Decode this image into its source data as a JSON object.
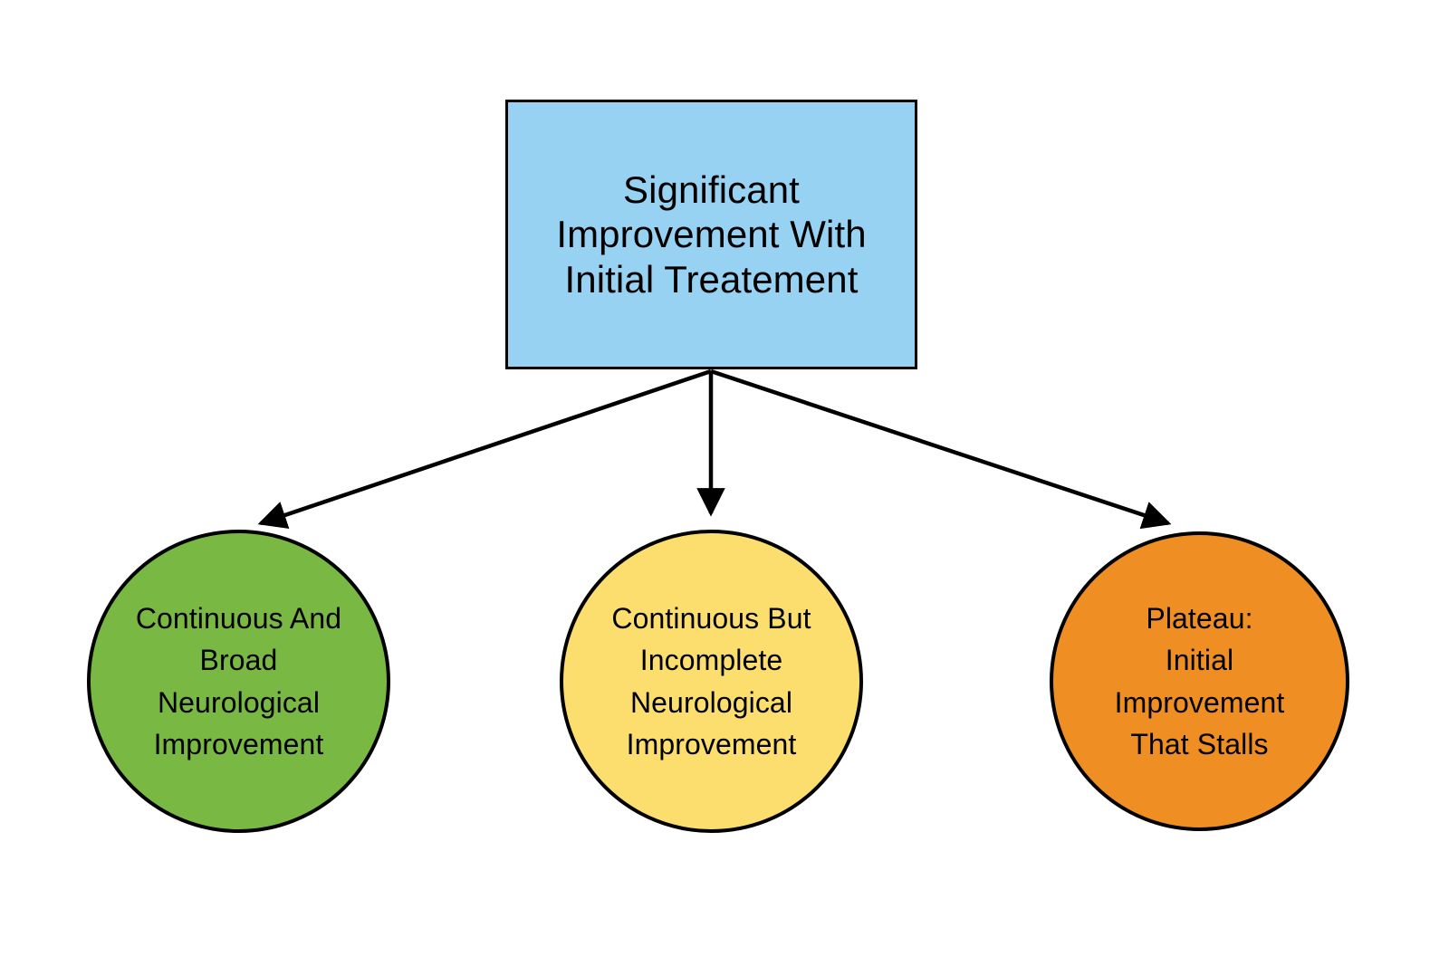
{
  "diagram": {
    "type": "flowchart",
    "orientation": "top-down",
    "background_color": "#FFFFFF",
    "edge_color": "#000000",
    "node_border_color": "#000000",
    "text_color": "#000000",
    "root": {
      "id": "root",
      "shape": "rectangle",
      "label": "Significant\nImprovement With\nInitial Treatement",
      "fill_color": "#97D2F3"
    },
    "children": [
      {
        "id": "green",
        "shape": "circle",
        "label": "Continuous And\nBroad\nNeurological\nImprovement",
        "fill_color": "#78B843"
      },
      {
        "id": "yellow",
        "shape": "circle",
        "label": "Continuous But\nIncomplete\nNeurological\nImprovement",
        "fill_color": "#FCDE6E"
      },
      {
        "id": "orange",
        "shape": "circle",
        "label": "Plateau:\nInitial\nImprovement\nThat Stalls",
        "fill_color": "#EF8F23"
      }
    ],
    "edges": [
      {
        "from": "root",
        "to": "green",
        "arrow": "single",
        "label": ""
      },
      {
        "from": "root",
        "to": "yellow",
        "arrow": "single",
        "label": ""
      },
      {
        "from": "root",
        "to": "orange",
        "arrow": "single",
        "label": ""
      }
    ]
  }
}
